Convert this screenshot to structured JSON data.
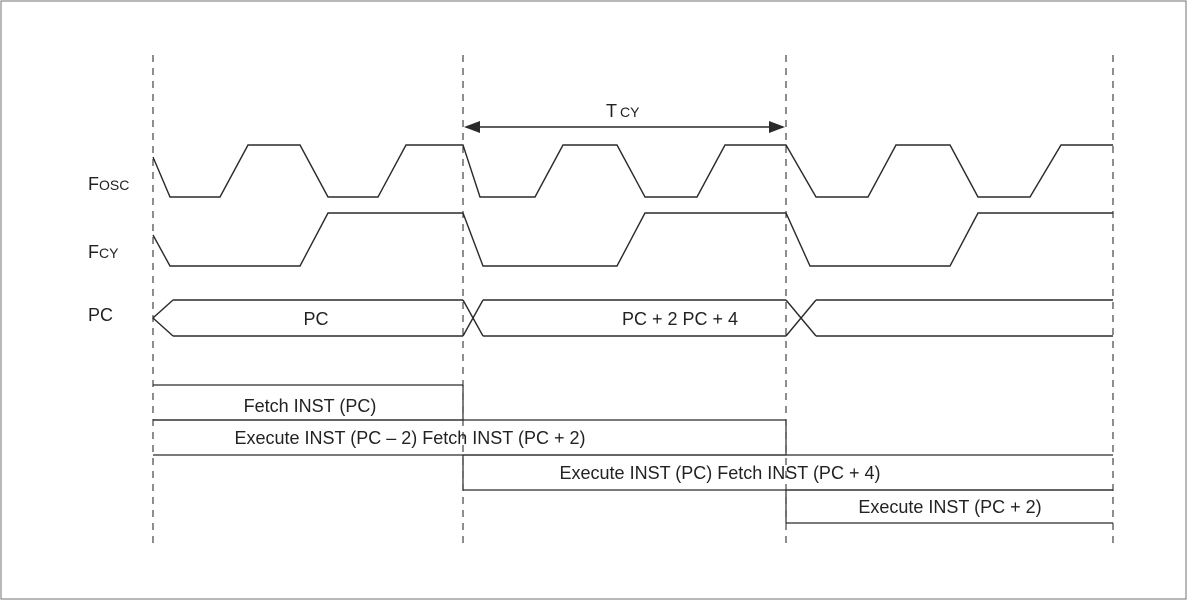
{
  "signals": {
    "fosc": {
      "main": "F",
      "sub": "OSC"
    },
    "fcy": {
      "main": "F",
      "sub": "CY"
    },
    "pc": {
      "main": "PC"
    }
  },
  "tcy": {
    "main": "T",
    "sub": "CY"
  },
  "pc_bus": {
    "segment1": "PC",
    "segment2": "PC + 2 PC + 4"
  },
  "pipeline": {
    "row1": "Fetch INST (PC)",
    "row2": "Execute INST (PC – 2) Fetch INST (PC + 2)",
    "row3": "Execute INST (PC) Fetch INST (PC + 4)",
    "row4": "Execute INST (PC + 2)"
  },
  "colors": {
    "line": "#2a2a2a",
    "text": "#222222",
    "border": "#888888"
  }
}
